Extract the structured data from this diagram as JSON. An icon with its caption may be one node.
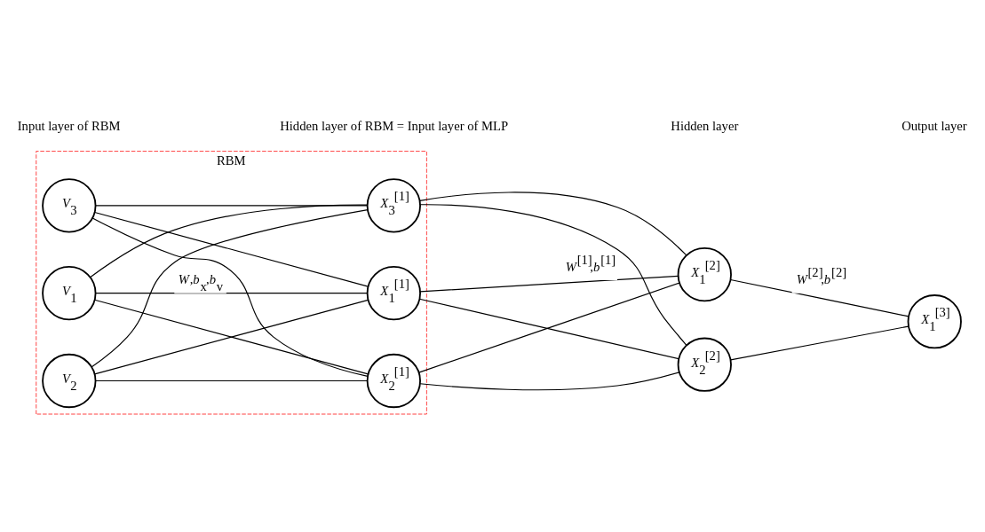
{
  "diagram": {
    "nodes": [
      {
        "text": [
          "RBM"
        ]
      },
      {
        "text": [
          "*V*$_{1}$"
        ],
        "in": 0
      },
      {
        "text": [
          "*V*$_{2}$"
        ],
        "in": 0
      },
      {
        "text": [
          "*V*$_{3}$"
        ],
        "in": 0
      },
      {
        "text": [
          "*X*$_{1}$$^{[1]}$"
        ],
        "in": 0
      },
      {
        "text": [
          "*X*$_{2}$$^{[1]}$"
        ],
        "in": 0
      },
      {
        "text": [
          "*X*$_{3}$$^{[1]}$"
        ],
        "in": 0
      },
      {
        "text": [
          "*X*$_{1}$$^{[2]}$"
        ]
      },
      {
        "text": [
          "*X*$_{2}$$^{[2]}$"
        ]
      },
      {
        "text": [
          "*X*$_{1}$$^{[3]}$"
        ]
      }
    ],
    "edges": [
      {
        "from": 1,
        "to": 4,
        "arrow": "none",
        "label": "*W*,*b*$_{x}$,*b*$_{v}$"
      },
      {
        "from": 1,
        "to": 5,
        "arrow": "none"
      },
      {
        "from": 1,
        "to": 6,
        "arrow": "none"
      },
      {
        "from": 2,
        "to": 4,
        "arrow": "none"
      },
      {
        "from": 2,
        "to": 5,
        "arrow": "none"
      },
      {
        "from": 2,
        "to": 6,
        "arrow": "none"
      },
      {
        "from": 3,
        "to": 4,
        "arrow": "none"
      },
      {
        "from": 3,
        "to": 5,
        "arrow": "none"
      },
      {
        "from": 3,
        "to": 6,
        "arrow": "none"
      },
      {
        "from": 4,
        "to": 7,
        "arrow": "none",
        "label": "*W*$^{[1]}$,*b*$^{[1]}$"
      },
      {
        "from": 4,
        "to": 8,
        "arrow": "none"
      },
      {
        "from": 5,
        "to": 7,
        "arrow": "none"
      },
      {
        "from": 5,
        "to": 8,
        "arrow": "none"
      },
      {
        "from": 6,
        "to": 7,
        "arrow": "none"
      },
      {
        "from": 6,
        "to": 8,
        "arrow": "none"
      },
      {
        "from": 7,
        "to": 9,
        "arrow": "none",
        "label": "*W*$^{[2]}$,*b*$^{[2]}$"
      },
      {
        "from": 8,
        "to": 9,
        "arrow": "none"
      }
    ],
    "labels": [
      "Input layer of RBM",
      "Hidden layer of RBM = Input layer of MLP",
      "Hidden layer",
      "Output layer"
    ]
  }
}
